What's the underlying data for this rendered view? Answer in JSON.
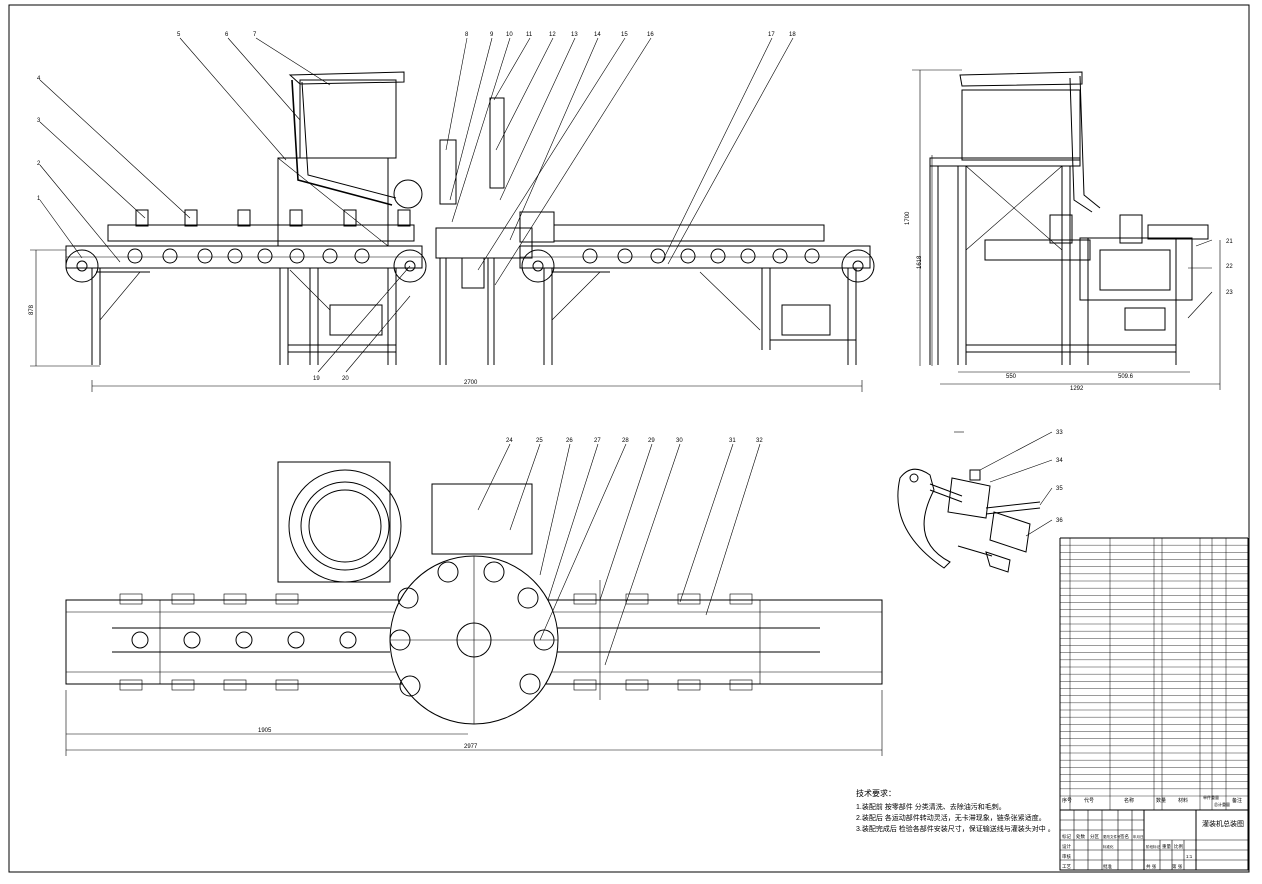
{
  "drawing": {
    "title_block_name": "灌装机总装图",
    "front_view": {
      "balloons": [
        "1",
        "2",
        "3",
        "4",
        "5",
        "6",
        "7",
        "8",
        "9",
        "10",
        "11",
        "12",
        "13",
        "14",
        "15",
        "16",
        "17",
        "18",
        "19",
        "20"
      ],
      "dims": {
        "overall_length": "2700",
        "height": "878"
      }
    },
    "side_view": {
      "balloons": [
        "21",
        "22",
        "23"
      ],
      "dims": {
        "height_outer": "1700",
        "height_inner": "1618",
        "width_left": "550",
        "width_right": "509.6",
        "overall_width": "1292"
      }
    },
    "top_view": {
      "balloons": [
        "24",
        "25",
        "26",
        "27",
        "28",
        "29",
        "30",
        "31",
        "32"
      ],
      "dims": {
        "pitch_length": "1905",
        "overall_length": "2977"
      }
    },
    "detail_view": {
      "balloons": [
        "33",
        "34",
        "35",
        "36"
      ]
    },
    "technical_requirements": {
      "title": "技术要求：",
      "items": [
        "1.装配前 按零部件 分类清洗、去除油污和毛刺。",
        "2.装配后 各运动部件转动灵活，无卡滞现象，链条张紧适度。",
        "3.装配完成后 检验各部件安装尺寸，保证输送线与灌装头对中 。"
      ]
    },
    "bom_header": [
      "序号",
      "代号",
      "名称",
      "数量",
      "材料",
      "单件重量",
      "总计重量",
      "备注"
    ],
    "title_block": {
      "labels": [
        "标记",
        "处数",
        "分区",
        "更改文件号",
        "签名",
        "年月日",
        "设计",
        "标准化",
        "阶段标记",
        "重量",
        "比例",
        "审核",
        "工艺",
        "批准",
        "共 张",
        "第 张"
      ],
      "scale": "1:1"
    }
  },
  "chart_data": {
    "type": "diagram",
    "views": [
      "front",
      "side",
      "top",
      "detail"
    ],
    "part_count": 36
  }
}
